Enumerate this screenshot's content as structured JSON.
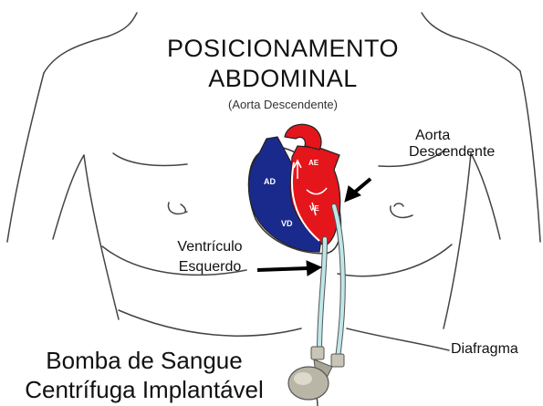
{
  "title": {
    "line1": "POSICIONAMENTO",
    "line2": "ABDOMINAL",
    "subtitle": "(Aorta Descendente)"
  },
  "labels": {
    "aorta_line1": "Aorta",
    "aorta_line2": "Descendente",
    "lv_line1": "Ventrículo",
    "lv_line2": "Esquerdo",
    "diaphragm": "Diafragma",
    "pump_line1": "Bomba de Sangue",
    "pump_line2": "Centrífuga Implantável"
  },
  "heart_labels": {
    "ad": "AD",
    "vd": "VD",
    "ae": "AE",
    "ve": "VE"
  },
  "colors": {
    "right_heart": "#1a2a8c",
    "left_heart": "#e4161b",
    "cannula": "#bfe7ea",
    "outline": "#444444",
    "pump_metal": "#b9b6a8"
  }
}
